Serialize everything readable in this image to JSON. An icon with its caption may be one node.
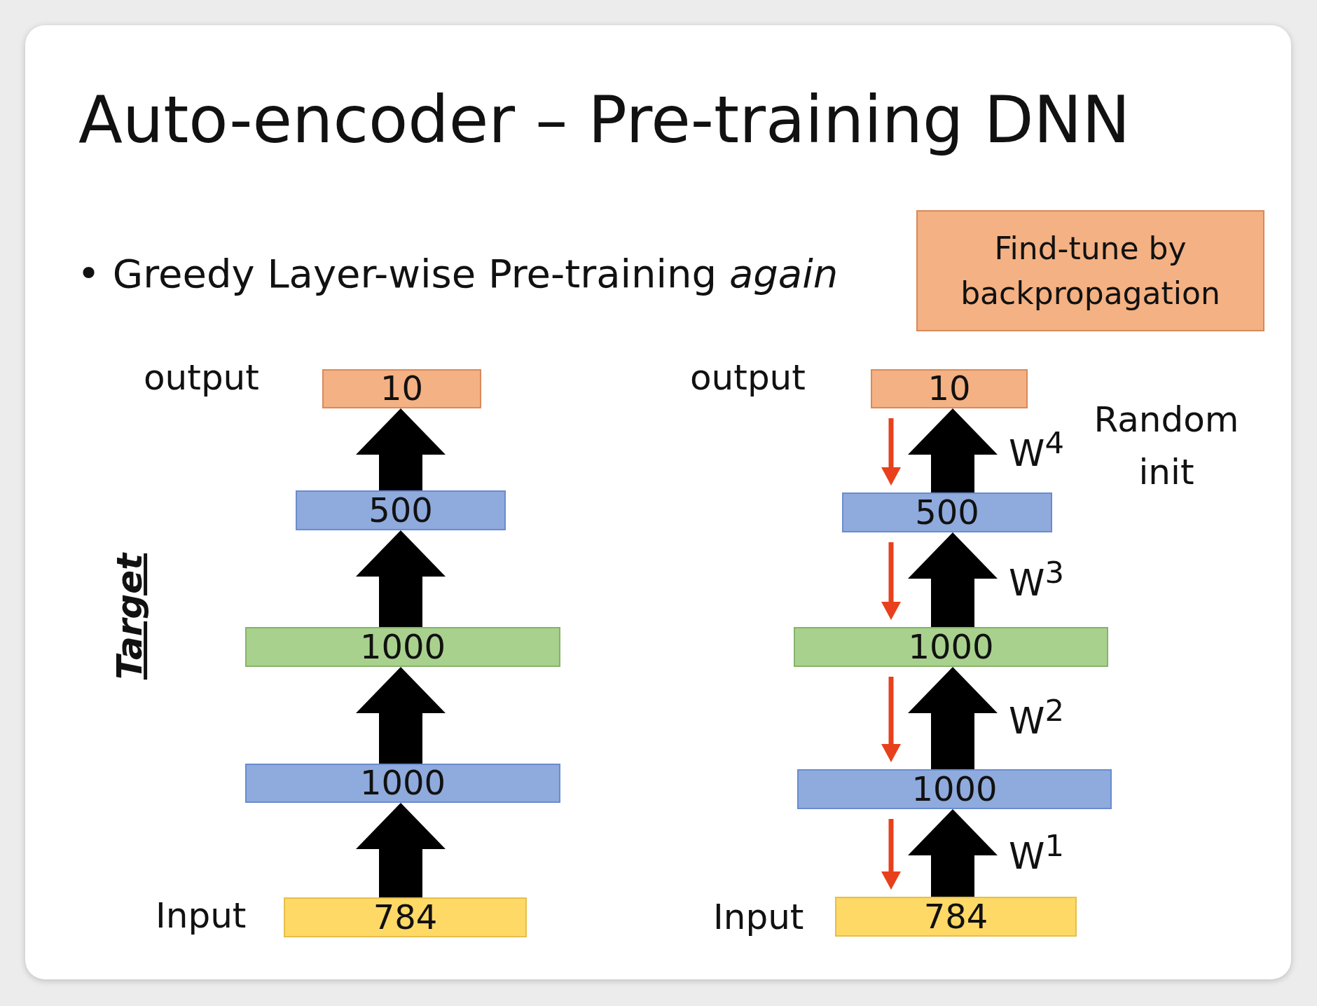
{
  "diagram": {
    "title": "Auto-encoder – Pre-training DNN",
    "nodes": [
      {
        "text": [
          "Find-tune by backpropagation"
        ]
      },
      {
        "text": [
          "10"
        ],
        "beside": [
          "output"
        ]
      },
      {
        "text": [
          "500"
        ]
      },
      {
        "text": [
          "1000"
        ]
      },
      {
        "text": [
          "1000"
        ]
      },
      {
        "text": [
          "784"
        ],
        "beside": [
          "Input"
        ]
      },
      {
        "text": [
          "10"
        ],
        "beside": [
          "output"
        ]
      },
      {
        "text": [
          "500"
        ]
      },
      {
        "text": [
          "1000"
        ]
      },
      {
        "text": [
          "1000"
        ]
      },
      {
        "text": [
          "784"
        ],
        "beside": [
          "Input"
        ]
      }
    ],
    "edges": [
      {
        "from": 5,
        "to": 4,
        "arrow": "to"
      },
      {
        "from": 4,
        "to": 3,
        "arrow": "to"
      },
      {
        "from": 3,
        "to": 2,
        "arrow": "to"
      },
      {
        "from": 2,
        "to": 1,
        "arrow": "to"
      },
      {
        "from": 10,
        "to": 9,
        "arrow": "to",
        "label": "W$^{1}$"
      },
      {
        "from": 9,
        "to": 8,
        "arrow": "to",
        "label": "W$^{2}$"
      },
      {
        "from": 8,
        "to": 7,
        "arrow": "to",
        "label": "W$^{3}$"
      },
      {
        "from": 7,
        "to": 6,
        "arrow": "to",
        "label": "W$^{4}$"
      },
      {
        "from": 6,
        "to": 7,
        "arrow": "to",
        "color": "#e8401c"
      },
      {
        "from": 7,
        "to": 8,
        "arrow": "to",
        "color": "#e8401c"
      },
      {
        "from": 8,
        "to": 9,
        "arrow": "to",
        "color": "#e8401c"
      },
      {
        "from": 9,
        "to": 10,
        "arrow": "to",
        "color": "#e8401c"
      }
    ],
    "labels": [
      "• Greedy Layer-wise Pre-training *again*",
      "Target",
      "Random init"
    ]
  }
}
